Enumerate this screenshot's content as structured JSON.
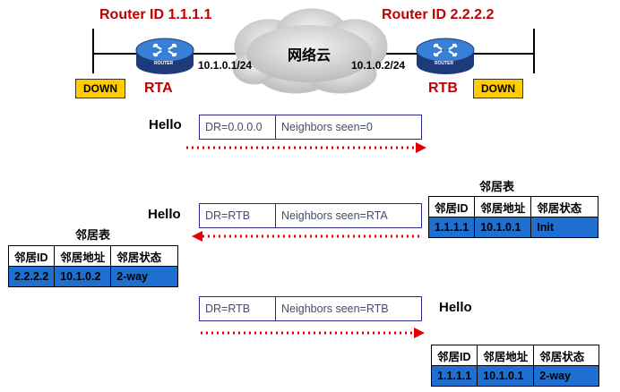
{
  "router_a": {
    "router_id": "Router ID 1.1.1.1",
    "name": "RTA",
    "ip": "10.1.0.1/24",
    "state": "DOWN",
    "icon_label": "ROUTER"
  },
  "router_b": {
    "router_id": "Router ID 2.2.2.2",
    "name": "RTB",
    "ip": "10.1.0.2/24",
    "state": "DOWN",
    "icon_label": "ROUTER"
  },
  "cloud": {
    "label": "网络云"
  },
  "packets": [
    {
      "label": "Hello",
      "dr": "DR=0.0.0.0",
      "neighbors": "Neighbors seen=0",
      "direction": "right"
    },
    {
      "label": "Hello",
      "dr": "DR=RTB",
      "neighbors": "Neighbors seen=RTA",
      "direction": "left"
    },
    {
      "label": "Hello",
      "dr": "DR=RTB",
      "neighbors": "Neighbors seen=RTB",
      "direction": "right"
    }
  ],
  "tables": [
    {
      "title": "邻居表",
      "headers": [
        "邻居ID",
        "邻居地址",
        "邻居状态"
      ],
      "row": [
        "1.1.1.1",
        "10.1.0.1",
        "Init"
      ]
    },
    {
      "title": "邻居表",
      "headers": [
        "邻居ID",
        "邻居地址",
        "邻居状态"
      ],
      "row": [
        "2.2.2.2",
        "10.1.0.2",
        "2-way"
      ]
    },
    {
      "headers": [
        "邻居ID",
        "邻居地址",
        "邻居状态"
      ],
      "row": [
        "1.1.1.1",
        "10.1.0.1",
        "2-way"
      ]
    }
  ],
  "colors": {
    "accent_red": "#c00000",
    "down_yellow": "#ffcc00",
    "row_blue": "#1f6fd1",
    "packet_border": "#2b2b8f",
    "arrow_red": "#e00000"
  }
}
